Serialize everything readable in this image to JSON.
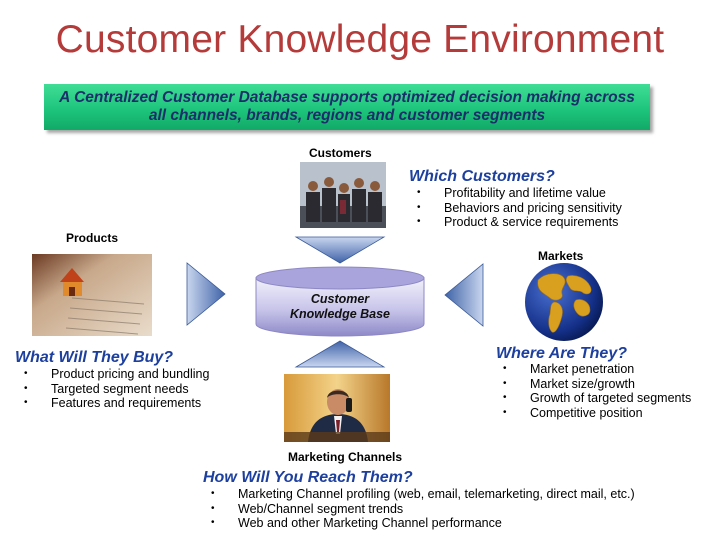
{
  "title": "Customer Knowledge Environment",
  "banner": {
    "text": "A Centralized Customer Database supports optimized decision making across\nall channels, brands, regions and customer segments"
  },
  "center": {
    "label": "Customer\nKnowledge Base"
  },
  "customers": {
    "label": "Customers",
    "question": "Which Customers?",
    "bullets": [
      "Profitability and lifetime value",
      "Behaviors and pricing sensitivity",
      "Product & service requirements"
    ]
  },
  "products": {
    "label": "Products",
    "question": "What Will They Buy?",
    "bullets": [
      "Product pricing and bundling",
      "Targeted segment needs",
      "Features and requirements"
    ]
  },
  "markets": {
    "label": "Markets",
    "question": "Where Are They?",
    "bullets": [
      "Market penetration",
      "Market size/growth",
      "Growth of targeted segments",
      "Competitive position"
    ]
  },
  "channels": {
    "label": "Marketing Channels",
    "question": "How Will You Reach Them?",
    "bullets": [
      "Marketing Channel profiling (web, email, telemarketing, direct mail, etc.)",
      "Web/Channel segment trends",
      "Web and other Marketing Channel performance"
    ]
  },
  "images": {
    "customers_photo": "group-of-business-people-photo",
    "products_photo": "mortgage-document-house-photo",
    "markets_photo": "globe-icon",
    "channels_photo": "businessman-on-phone-photo"
  },
  "colors": {
    "title": "#b53a3a",
    "banner": "#1cc27a",
    "banner_text": "#1a2f6a",
    "question": "#1d3f9e",
    "cylinder": "#8a86c9",
    "arrow": "#6f8ec9"
  }
}
